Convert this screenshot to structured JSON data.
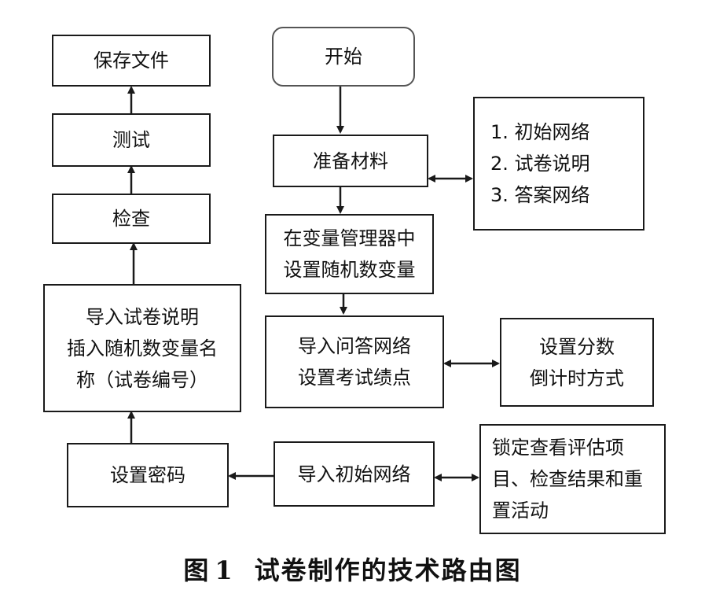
{
  "flowchart": {
    "save_file": "保存文件",
    "test": "测试",
    "check": "检查",
    "import_notes": [
      "导入试卷说明",
      "插入随机数变量名",
      "称（试卷编号）"
    ],
    "set_password": "设置密码",
    "start": "开始",
    "prepare_materials": "准备材料",
    "materials_list": [
      "1. 初始网络",
      "2. 试卷说明",
      "3. 答案网络"
    ],
    "variable_manager": [
      "在变量管理器中",
      "设置随机数变量"
    ],
    "import_qa": [
      "导入问答网络",
      "设置考试绩点"
    ],
    "score_mode": [
      "设置分数",
      "倒计时方式"
    ],
    "import_initial": "导入初始网络",
    "lock_activities": [
      "锁定查看评估项",
      "目、检查结果和重",
      "置活动"
    ]
  },
  "caption": {
    "label": "图",
    "number": "1",
    "title": "试卷制作的技术路由图"
  }
}
